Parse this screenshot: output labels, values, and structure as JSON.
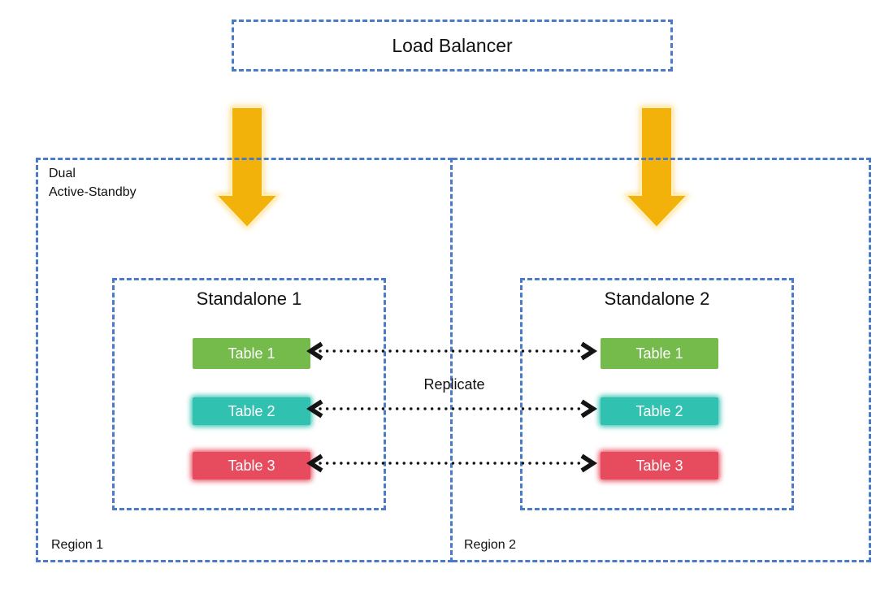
{
  "colors": {
    "border_blue": "#4B7BC8",
    "arrow_gold": "#F2B20A",
    "arrow_rim": "#FFEFC2",
    "connector_black": "#141414",
    "table_text": "#FFFFFF"
  },
  "load_balancer": {
    "label": "Load Balancer"
  },
  "cluster_label": {
    "line1": "Dual",
    "line2": "Active-Standby"
  },
  "replicate_label": "Replicate",
  "regions": [
    {
      "label": "Region 1",
      "standalone": {
        "title": "Standalone 1",
        "tables": [
          {
            "label": "Table 1",
            "color": "#75BB4B"
          },
          {
            "label": "Table 2",
            "color": "#31C1B0"
          },
          {
            "label": "Table 3",
            "color": "#E64C5E"
          }
        ]
      }
    },
    {
      "label": "Region 2",
      "standalone": {
        "title": "Standalone 2",
        "tables": [
          {
            "label": "Table 1",
            "color": "#75BB4B"
          },
          {
            "label": "Table 2",
            "color": "#31C1B0"
          },
          {
            "label": "Table 3",
            "color": "#E64C5E"
          }
        ]
      }
    }
  ]
}
